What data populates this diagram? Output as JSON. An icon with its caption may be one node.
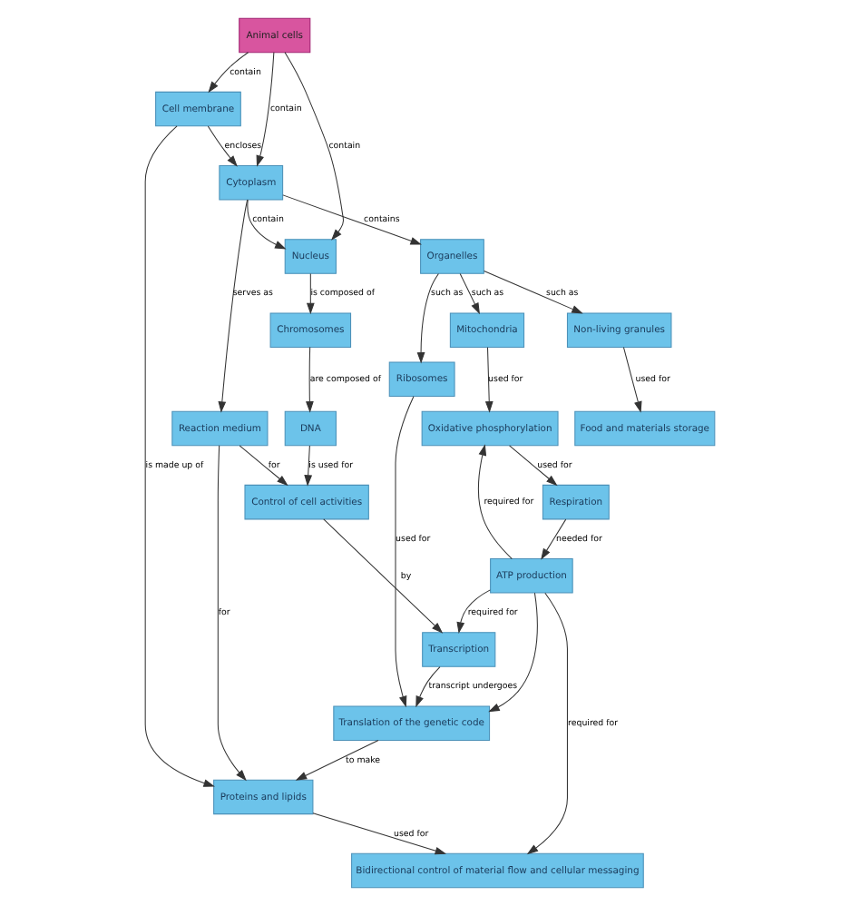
{
  "diagram": {
    "nodes": [
      {
        "text": [
          "Animal cells"
        ]
      },
      {
        "text": [
          "Nucleus"
        ]
      },
      {
        "text": [
          "Cytoplasm"
        ]
      },
      {
        "text": [
          "Cell membrane"
        ]
      },
      {
        "text": [
          "Chromosomes"
        ]
      },
      {
        "text": [
          "Reaction medium"
        ]
      },
      {
        "text": [
          "DNA"
        ]
      },
      {
        "text": [
          "Organelles"
        ]
      },
      {
        "text": [
          "Proteins and lipids"
        ]
      },
      {
        "text": [
          "Control of cell activities"
        ]
      },
      {
        "text": [
          "Mitochondria"
        ]
      },
      {
        "text": [
          "Non-living granules"
        ]
      },
      {
        "text": [
          "Ribosomes"
        ]
      },
      {
        "text": [
          "Transcription"
        ]
      },
      {
        "text": [
          "Translation of the genetic code"
        ]
      },
      {
        "text": [
          "Bidirectional control of material flow and cellular messaging"
        ]
      },
      {
        "text": [
          "Oxidative phosphorylation"
        ]
      },
      {
        "text": [
          "Food and materials storage"
        ]
      },
      {
        "text": [
          "Respiration"
        ]
      },
      {
        "text": [
          "ATP production"
        ]
      }
    ],
    "edges": [
      {
        "from": 0,
        "to": 1,
        "arrow": "to",
        "label": "contain"
      },
      {
        "from": 0,
        "to": 2,
        "arrow": "to",
        "label": "contain"
      },
      {
        "from": 0,
        "to": 3,
        "arrow": "to",
        "label": "contain"
      },
      {
        "from": 2,
        "to": 1,
        "arrow": "to",
        "label": "contain"
      },
      {
        "from": 3,
        "to": 2,
        "arrow": "to",
        "label": "encloses"
      },
      {
        "from": 1,
        "to": 4,
        "arrow": "to",
        "label": "is composed of"
      },
      {
        "from": 2,
        "to": 5,
        "arrow": "to",
        "label": "serves as"
      },
      {
        "from": 2,
        "to": 7,
        "arrow": "to",
        "label": "contains"
      },
      {
        "from": 3,
        "to": 8,
        "arrow": "to",
        "label": "is made up of"
      },
      {
        "from": 4,
        "to": 6,
        "arrow": "to",
        "label": "are composed of"
      },
      {
        "from": 5,
        "to": 8,
        "arrow": "to",
        "label": "for"
      },
      {
        "from": 5,
        "to": 9,
        "arrow": "to",
        "label": "for"
      },
      {
        "from": 6,
        "to": 9,
        "arrow": "to",
        "label": "is used for"
      },
      {
        "from": 7,
        "to": 10,
        "arrow": "to",
        "label": "such as"
      },
      {
        "from": 7,
        "to": 11,
        "arrow": "to",
        "label": "such as"
      },
      {
        "from": 7,
        "to": 12,
        "arrow": "to",
        "label": "such as"
      },
      {
        "from": 9,
        "to": 13,
        "arrow": "to",
        "label": "by"
      },
      {
        "from": 13,
        "to": 14,
        "arrow": "to",
        "label": "transcript undergoes"
      },
      {
        "from": 12,
        "to": 14,
        "arrow": "to",
        "label": "used for"
      },
      {
        "from": 14,
        "to": 8,
        "arrow": "to",
        "label": "to make"
      },
      {
        "from": 8,
        "to": 15,
        "arrow": "to",
        "label": "used for"
      },
      {
        "from": 10,
        "to": 16,
        "arrow": "to",
        "label": "used for"
      },
      {
        "from": 11,
        "to": 17,
        "arrow": "to",
        "label": "used for"
      },
      {
        "from": 16,
        "to": 18,
        "arrow": "to",
        "label": "used for"
      },
      {
        "from": 18,
        "to": 19,
        "arrow": "to",
        "label": "needed for"
      },
      {
        "from": 19,
        "to": 16,
        "arrow": "to",
        "label": "required for"
      },
      {
        "from": 19,
        "to": 14,
        "arrow": "to"
      },
      {
        "from": 19,
        "to": 15,
        "arrow": "to",
        "label": "required for"
      },
      {
        "from": 19,
        "to": 13,
        "arrow": "to",
        "label": "required for"
      }
    ]
  }
}
